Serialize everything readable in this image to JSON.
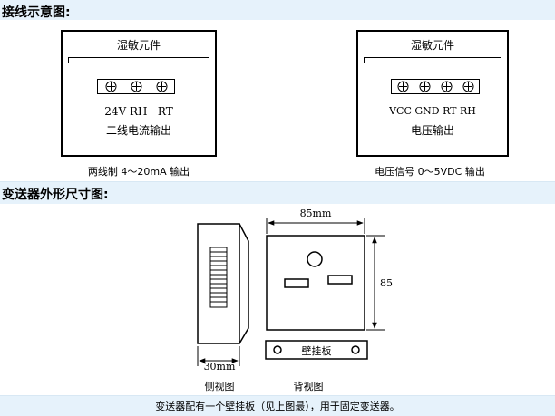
{
  "headings": {
    "wiring": "接线示意图:",
    "dimensions": "变送器外形尺寸图:"
  },
  "wiring": {
    "left": {
      "title": "湿敏元件",
      "terminal_labels": "24V RH   RT",
      "output_label": "二线电流输出",
      "caption": "两线制 4～20mA 输出"
    },
    "right": {
      "title": "湿敏元件",
      "terminal_labels": "VCC GND RT RH",
      "output_label": "电压输出",
      "caption": "电压信号 0～5VDC 输出"
    }
  },
  "dimensions": {
    "width_label": "85mm",
    "height_label": "85",
    "depth_label": "30mm",
    "plate_label": "壁挂板",
    "side_view_caption": "侧视图",
    "back_view_caption": "背视图"
  },
  "footer": {
    "note": "变送器配有一个壁挂板（见上图最），用于固定变送器。"
  },
  "colors": {
    "band": "#e6f2fb",
    "line": "#000000"
  }
}
